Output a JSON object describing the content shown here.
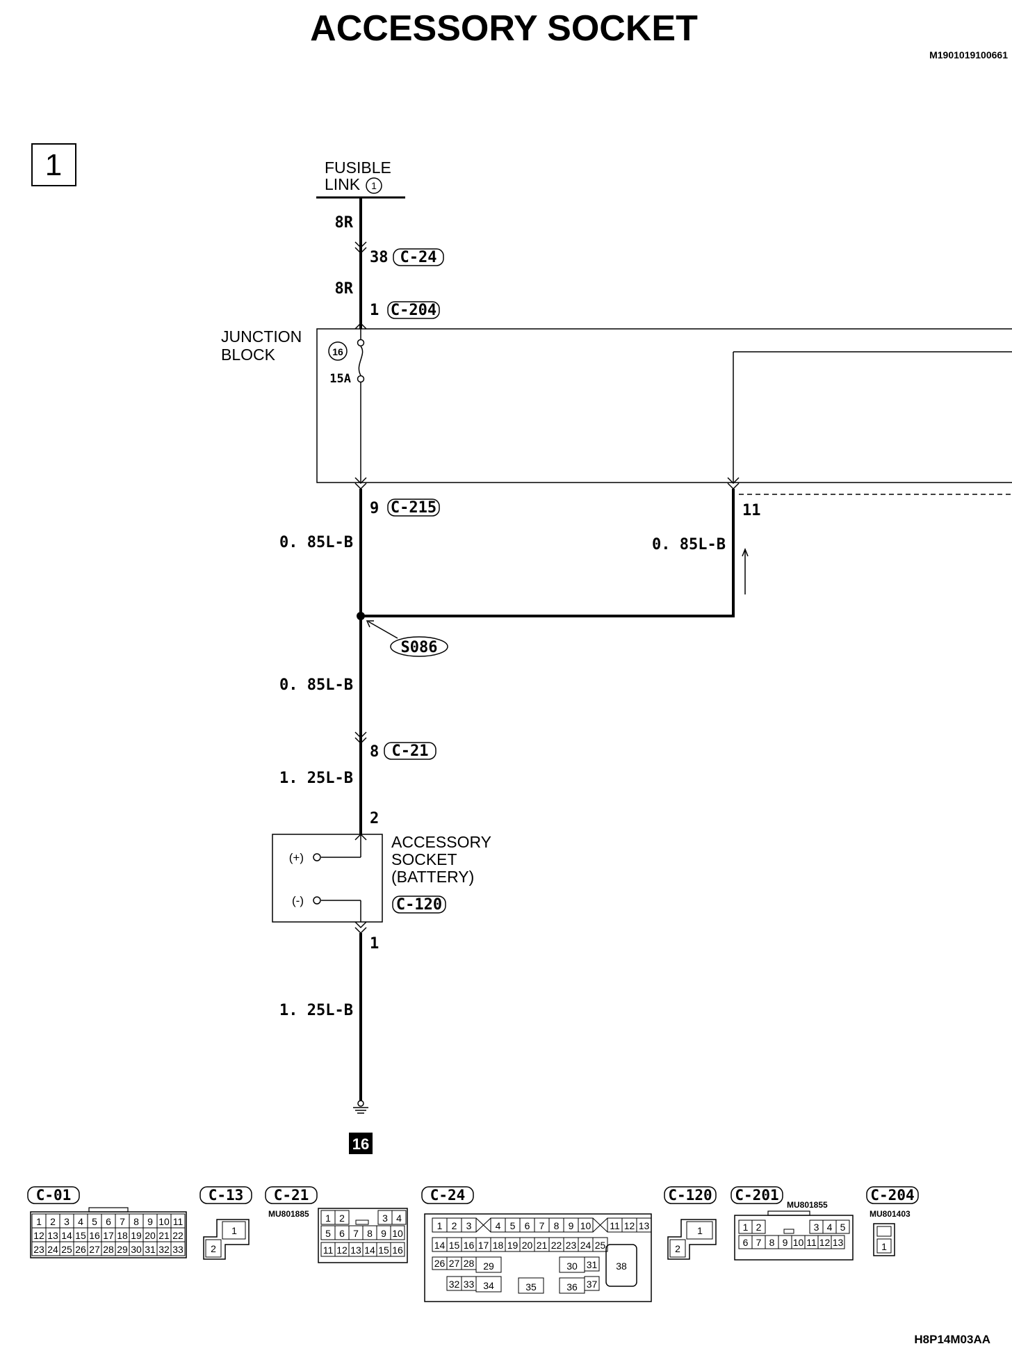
{
  "header": {
    "title": "ACCESSORY SOCKET",
    "doc_code": "M1901019100661",
    "figure_code": "H8P14M03AA",
    "sheet_number": "1"
  },
  "circuit": {
    "fusible_link": {
      "line1": "FUSIBLE",
      "line2": "LINK",
      "number": "1"
    },
    "wires": {
      "w_8r_a": "8R",
      "w_8r_b": "8R",
      "w_left_1": "0. 85L-B",
      "w_right": "0. 85L-B",
      "w_left_2": "0. 85L-B",
      "w_125_a": "1. 25L-B",
      "w_125_b": "1. 25L-B"
    },
    "pins": {
      "p38": "38",
      "p1_top": "1",
      "p9": "9",
      "p11": "11",
      "p8": "8",
      "p2": "2",
      "p1_bottom": "1"
    },
    "connectors": {
      "c24": "C-24",
      "c204": "C-204",
      "c215": "C-215",
      "c21": "C-21",
      "c120": "C-120"
    },
    "junction_block": {
      "line1": "JUNCTION",
      "line2": "BLOCK",
      "fuse_number": "16",
      "fuse_rating": "15A"
    },
    "splice": "S086",
    "accessory_socket": {
      "line1": "ACCESSORY",
      "line2": "SOCKET",
      "line3": "(BATTERY)",
      "plus": "(+)",
      "minus": "(-)"
    },
    "ground": "16"
  },
  "connector_views": [
    {
      "id": "C-01",
      "part": "",
      "rows": [
        [
          "1",
          "2",
          "3",
          "4",
          "5",
          "6",
          "7",
          "8",
          "9",
          "10",
          "11"
        ],
        [
          "12",
          "13",
          "14",
          "15",
          "16",
          "17",
          "18",
          "19",
          "20",
          "21",
          "22"
        ],
        [
          "23",
          "24",
          "25",
          "26",
          "27",
          "28",
          "29",
          "30",
          "31",
          "32",
          "33"
        ]
      ]
    },
    {
      "id": "C-13",
      "part": "",
      "pins": [
        "1",
        "2"
      ]
    },
    {
      "id": "C-21",
      "part": "MU801885",
      "rows": [
        [
          "1",
          "2",
          "3",
          "4"
        ],
        [
          "5",
          "6",
          "7",
          "8",
          "9",
          "10"
        ],
        [
          "11",
          "12",
          "13",
          "14",
          "15",
          "16"
        ]
      ]
    },
    {
      "id": "C-24",
      "part": "",
      "rows": [
        [
          "1",
          "2",
          "3",
          "4",
          "5",
          "6",
          "7",
          "8",
          "9",
          "10",
          "11",
          "12",
          "13"
        ],
        [
          "14",
          "15",
          "16",
          "17",
          "18",
          "19",
          "20",
          "21",
          "22",
          "23",
          "24",
          "25"
        ],
        [
          "26",
          "27",
          "28",
          "29",
          "30",
          "31",
          "38"
        ],
        [
          "32",
          "33",
          "34",
          "35",
          "36",
          "37"
        ]
      ]
    },
    {
      "id": "C-120",
      "part": "",
      "pins": [
        "1",
        "2"
      ]
    },
    {
      "id": "C-201",
      "part": "MU801855",
      "rows": [
        [
          "1",
          "2",
          "3",
          "4",
          "5"
        ],
        [
          "6",
          "7",
          "8",
          "9",
          "10",
          "11",
          "12",
          "13"
        ]
      ]
    },
    {
      "id": "C-204",
      "part": "MU801403",
      "pins": [
        "1"
      ]
    }
  ]
}
